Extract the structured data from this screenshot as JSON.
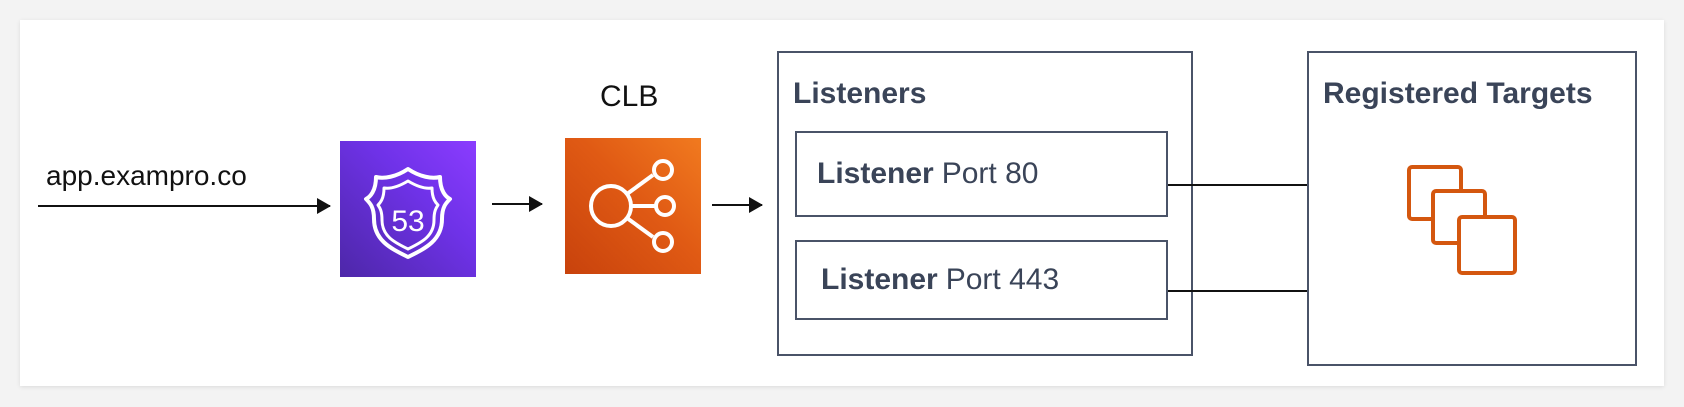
{
  "domain_label": "app.exampro.co",
  "route53_icon": {
    "name": "route53-shield-icon",
    "text": "53",
    "color": "#6f32e8"
  },
  "clb": {
    "label": "CLB",
    "icon": "load-balancer-icon",
    "color": "#e05a14"
  },
  "listeners_panel": {
    "title": "Listeners",
    "items": [
      {
        "prefix": "Listener",
        "port_text": "Port 80"
      },
      {
        "prefix": "Listener",
        "port_text": "Port 443"
      }
    ]
  },
  "targets_panel": {
    "title": "Registered Targets",
    "icon": "instances-stack-icon",
    "color": "#d4570f"
  }
}
